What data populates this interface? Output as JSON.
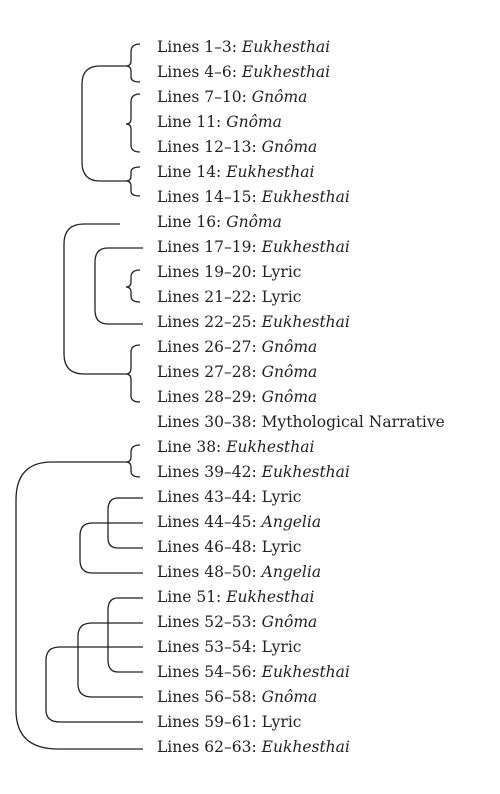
{
  "entries": [
    {
      "lines": "Lines 1–3:",
      "genre": "Eukhesthai",
      "italic": true
    },
    {
      "lines": "Lines 4–6:",
      "genre": "Eukhesthai",
      "italic": true
    },
    {
      "lines": "Lines 7–10:",
      "genre": "Gnôma",
      "italic": true
    },
    {
      "lines": "Line 11:",
      "genre": "Gnôma",
      "italic": true
    },
    {
      "lines": "Lines 12–13:",
      "genre": "Gnôma",
      "italic": true
    },
    {
      "lines": "Line 14:",
      "genre": "Eukhesthai",
      "italic": true
    },
    {
      "lines": "Lines 14–15:",
      "genre": "Eukhesthai",
      "italic": true
    },
    {
      "lines": "Line 16:",
      "genre": "Gnôma",
      "italic": true
    },
    {
      "lines": "Lines 17–19:",
      "genre": "Eukhesthai",
      "italic": true
    },
    {
      "lines": "Lines 19–20:",
      "genre": "Lyric",
      "italic": false
    },
    {
      "lines": "Lines 21–22:",
      "genre": "Lyric",
      "italic": false
    },
    {
      "lines": "Lines 22–25:",
      "genre": "Eukhesthai",
      "italic": true
    },
    {
      "lines": "Lines 26–27:",
      "genre": "Gnôma",
      "italic": true
    },
    {
      "lines": "Lines 27–28:",
      "genre": "Gnôma",
      "italic": true
    },
    {
      "lines": "Lines 28–29:",
      "genre": "Gnôma",
      "italic": true
    },
    {
      "lines": "Lines 30–38:",
      "genre": "Mythological Narrative",
      "italic": false
    },
    {
      "lines": "Line 38:",
      "genre": "Eukhesthai",
      "italic": true
    },
    {
      "lines": "Lines 39–42:",
      "genre": "Eukhesthai",
      "italic": true
    },
    {
      "lines": "Lines 43–44:",
      "genre": "Lyric",
      "italic": false
    },
    {
      "lines": "Lines 44–45:",
      "genre": "Angelia",
      "italic": true
    },
    {
      "lines": "Lines 46–48:",
      "genre": "Lyric",
      "italic": false
    },
    {
      "lines": "Lines 48–50:",
      "genre": "Angelia",
      "italic": true
    },
    {
      "lines": "Line 51:",
      "genre": "Eukhesthai",
      "italic": true
    },
    {
      "lines": "Lines 52–53:",
      "genre": "Gnôma",
      "italic": true
    },
    {
      "lines": "Lines 53–54:",
      "genre": "Lyric",
      "italic": false
    },
    {
      "lines": "Lines 54–56:",
      "genre": "Eukhesthai",
      "italic": true
    },
    {
      "lines": "Lines 56–58:",
      "genre": "Gnôma",
      "italic": true
    },
    {
      "lines": "Lines 59–61:",
      "genre": "Lyric",
      "italic": false
    },
    {
      "lines": "Lines 62–63:",
      "genre": "Eukhesthai",
      "italic": true
    }
  ]
}
